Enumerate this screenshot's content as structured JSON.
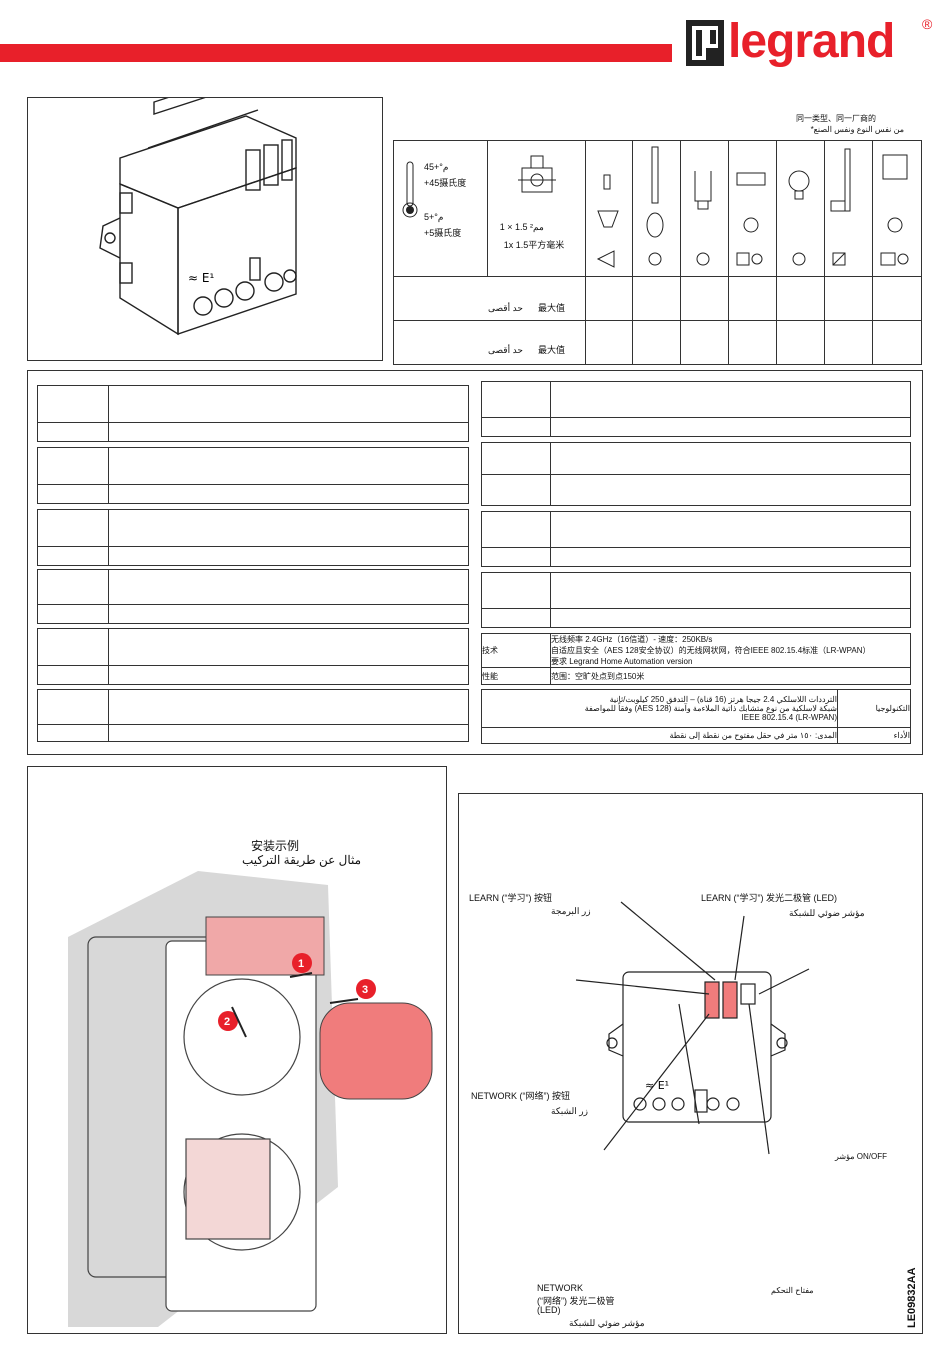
{
  "brand": {
    "name": "legrand",
    "registered": "®",
    "color": "#e8202a"
  },
  "load_table": {
    "note_cn": "同一类型、同一厂商的",
    "note_ar": "من نفس النوع ونفس الصنع*",
    "temp_high_ar": "م°+45",
    "temp_high_cn": "+45摄氏度",
    "temp_low_ar": "م°+5",
    "temp_low_cn": "+5摄氏度",
    "wire_ar": "1 × 1.5 مم²",
    "wire_cn": "1x 1.5平方毫米",
    "max_ar": "حد أقصى",
    "max_cn": "最大值"
  },
  "specs": {
    "tech_label_cn": "技术",
    "tech_value_cn_1": "无线频率 2.4GHz（16信道）- 速度：250KB/s",
    "tech_value_cn_2": "自适应且安全（AES 128安全协议）的无线网状网，符合IEEE 802.15.4标准（LR-WPAN）",
    "tech_value_cn_3": "要求 Legrand Home Automation version",
    "perf_label_cn": "性能",
    "perf_value_cn": "范围：空旷处点到点150米",
    "tech_label_ar": "التكنولوجيا",
    "tech_value_ar_1": "الترددات اللاسلكي 2.4 جيجا هرتز (16 قناة) – التدفق 250 كيلوبت/ثانية",
    "tech_value_ar_2": "شبكة لاسلكية من نوع متشابك ذاتية الملاءمة وآمنة (AES 128) وفقاً للمواصفة",
    "tech_value_ar_3": "IEEE 802.15.4 (LR-WPAN)",
    "perf_label_ar": "الأداء",
    "perf_value_ar": "المدى: ١٥٠ متر في حقل مفتوح من نقطة إلى نقطة"
  },
  "install": {
    "title_cn": "安装示例",
    "title_ar": "مثال عن طريقة التركيب",
    "steps": [
      "1",
      "2",
      "3"
    ]
  },
  "device": {
    "learn_button_cn": "LEARN (“学习”) 按钮",
    "learn_button_ar": "زر البرمجة",
    "learn_led_cn": "LEARN (“学习”) 发光二极管 (LED)",
    "learn_led_ar": "مؤشر ضوئي للشبكة",
    "network_button_cn": "NETWORK (“网络”) 按钮",
    "network_button_ar": "زر الشبكة",
    "onoff_ar": "مؤشر ON/OFF",
    "network_led_cn_1": "NETWORK",
    "network_led_cn_2": "(“网络”) 发光二极管",
    "network_led_cn_3": "(LED)",
    "network_led_ar": "مؤشر ضوئي للشبكة",
    "control_key_ar": "مفتاح التحكم"
  },
  "doc_code": "LE09832AA"
}
